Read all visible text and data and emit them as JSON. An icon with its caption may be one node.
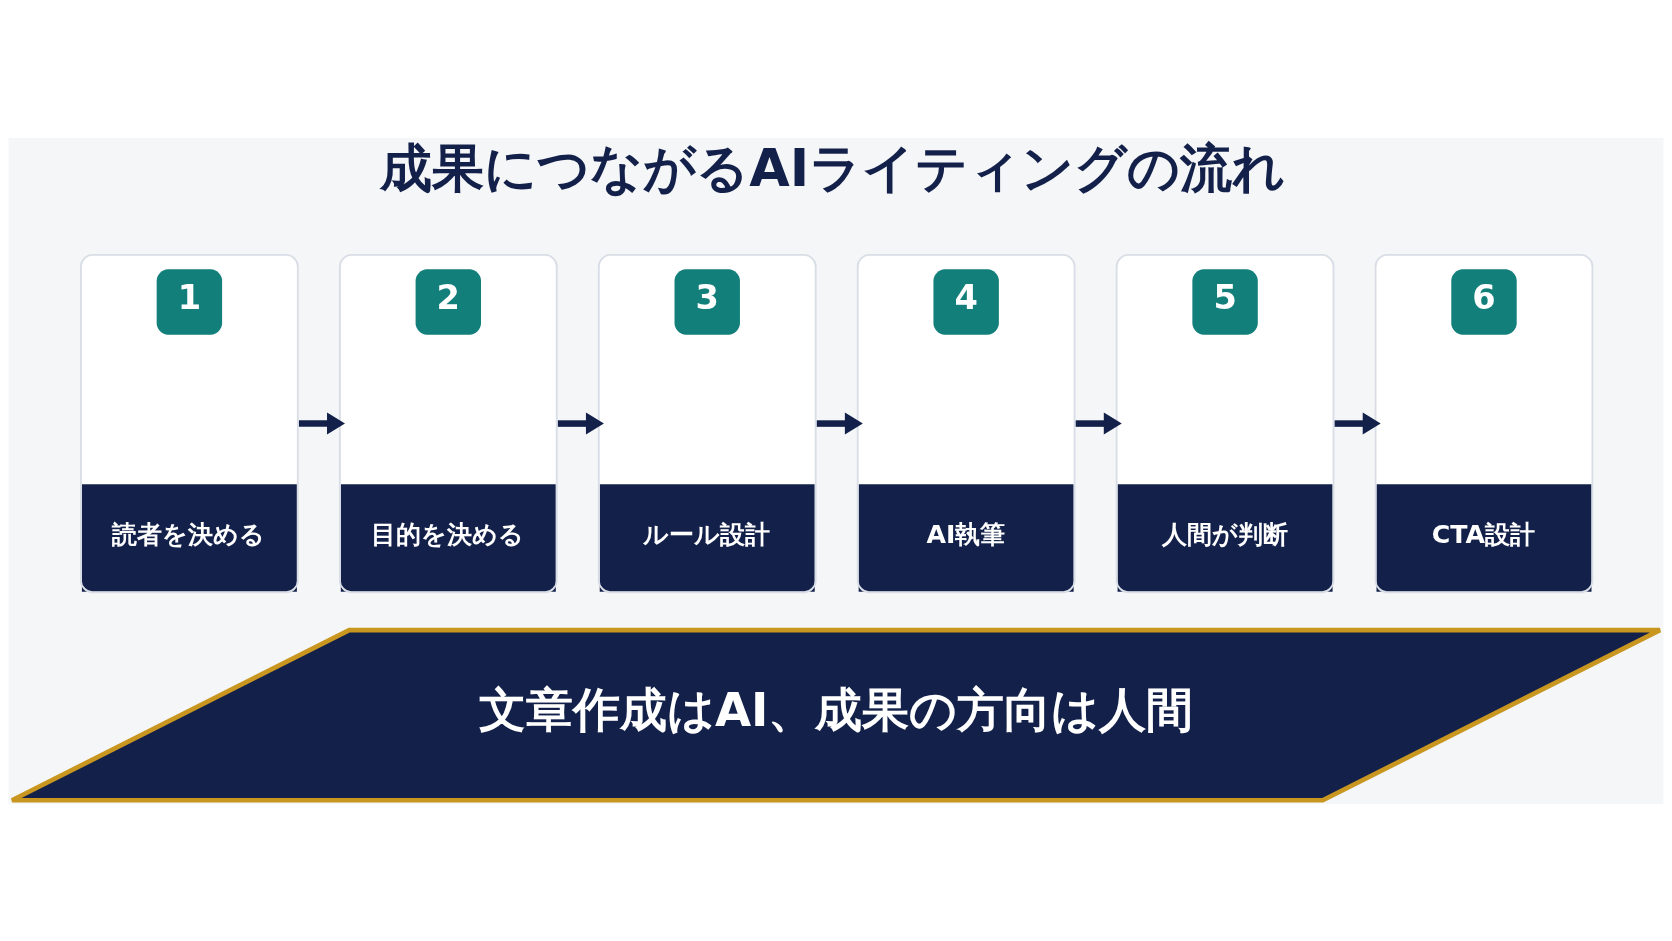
{
  "diagram": {
    "title": "成果につながるAIライティングの流れ",
    "nodes": [
      {
        "text": [
          "1",
          "読者を決める"
        ]
      },
      {
        "text": [
          "2",
          "目的を決める"
        ]
      },
      {
        "text": [
          "3",
          "ルール設計"
        ]
      },
      {
        "text": [
          "4",
          "AI執筆"
        ]
      },
      {
        "text": [
          "5",
          "人間が判断"
        ]
      },
      {
        "text": [
          "6",
          "CTA設計"
        ]
      },
      {
        "text": [
          "文章作成はAI、成果の方向は人間"
        ]
      }
    ],
    "edges": [
      {
        "from": 0,
        "to": 1,
        "arrow": "to"
      },
      {
        "from": 1,
        "to": 2,
        "arrow": "to"
      },
      {
        "from": 2,
        "to": 3,
        "arrow": "to"
      },
      {
        "from": 3,
        "to": 4,
        "arrow": "to"
      },
      {
        "from": 4,
        "to": 5,
        "arrow": "to"
      }
    ]
  }
}
